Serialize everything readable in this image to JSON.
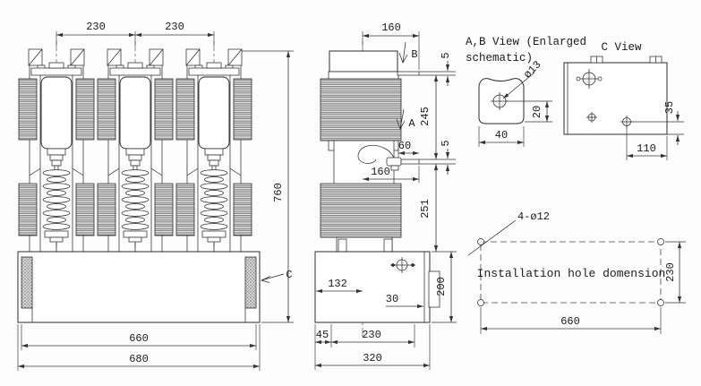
{
  "palette": {
    "line_color": "#2b2b2b",
    "fin_fill": "#c4c4c4"
  },
  "front_view": {
    "dim_pole_pitch_left": "230",
    "dim_pole_pitch_right": "230",
    "dim_total_height": "760",
    "dim_base_inner_width": "660",
    "dim_base_outer_width": "680",
    "section_label_c": "C"
  },
  "side_view": {
    "dim_top_terminal_width": "160",
    "label_arrow_b": "B",
    "dim_top_plate_thickness": "5",
    "dim_upper_height": "245",
    "label_arrow_a": "A",
    "dim_hook_offset": "60",
    "dim_lower_terminal_width": "160",
    "dim_lower_plate_thickness": "5",
    "dim_lower_height": "251",
    "dim_box_center_offset": "132",
    "dim_handle_offset": "30",
    "dim_box_height": "200",
    "dim_foot_offset": "45",
    "dim_hole_spacing": "230",
    "dim_box_width": "320"
  },
  "ab_view": {
    "title_line1": "A,B View (Enlarged",
    "title_line2": "schematic)",
    "dim_hole_diameter": "ø13",
    "dim_hole_to_bottom": "20",
    "dim_plate_width": "40"
  },
  "c_view": {
    "title": "C View",
    "dim_hole_to_bottom": "35",
    "dim_hole_to_edge": "110"
  },
  "installation_view": {
    "label": "Installation hole domension",
    "dim_holes_spec": "4-ø12",
    "dim_vertical_pitch": "230",
    "dim_horizontal_pitch": "660"
  }
}
